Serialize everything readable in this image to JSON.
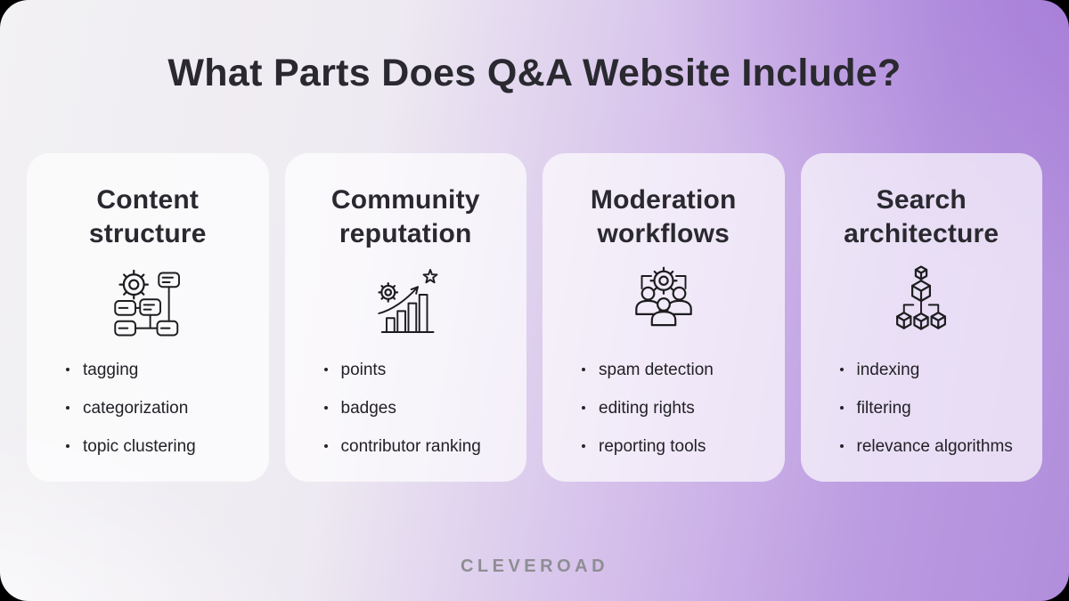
{
  "page": {
    "title": "What Parts Does Q&A Website Include?",
    "brand": "CLEVEROAD"
  },
  "colors": {
    "frame": "#000000",
    "background_left": "#f1f0f2",
    "background_right": "#b18edb",
    "card_background": "rgba(255,255,255,0.68)",
    "heading_text": "#2a2930",
    "body_text": "#222127",
    "brand_text": "#8e8d94",
    "icon_stroke": "#1d1d20"
  },
  "cards": [
    {
      "title_line1": "Content",
      "title_line2": "structure",
      "icon": "sitemap-gear-icon",
      "items": [
        "tagging",
        "categorization",
        "topic clustering"
      ]
    },
    {
      "title_line1": "Community",
      "title_line2": "reputation",
      "icon": "growth-chart-icon",
      "items": [
        "points",
        "badges",
        "contributor ranking"
      ]
    },
    {
      "title_line1": "Moderation",
      "title_line2": "workflows",
      "icon": "moderation-team-icon",
      "items": [
        "spam detection",
        "editing rights",
        "reporting tools"
      ]
    },
    {
      "title_line1": "Search",
      "title_line2": "architecture",
      "icon": "cube-hierarchy-icon",
      "items": [
        "indexing",
        "filtering",
        "relevance algorithms"
      ]
    }
  ]
}
